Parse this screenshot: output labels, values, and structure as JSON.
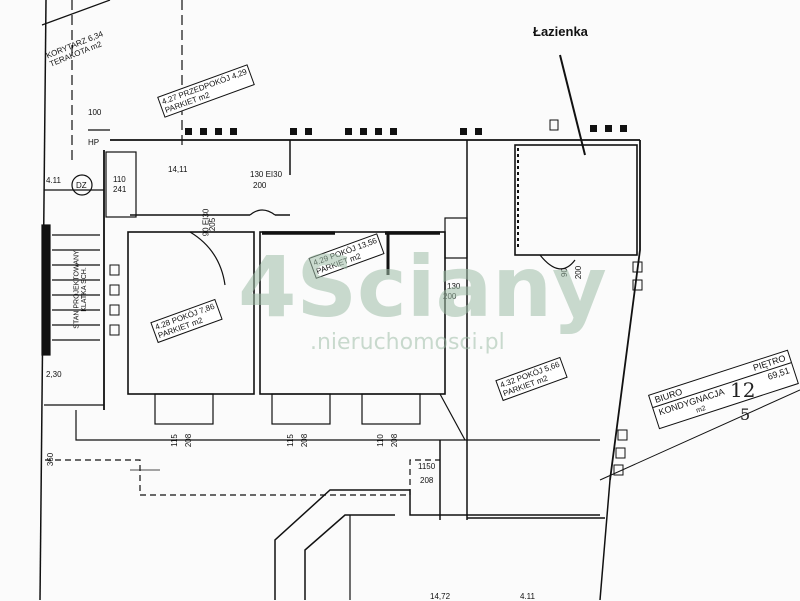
{
  "annotation": {
    "bathroom_label": "Łazienka"
  },
  "watermark": {
    "brand": "4Sciany",
    "url": ".nieruchomosci.pl"
  },
  "rooms": {
    "korytarz": {
      "code": "",
      "name": "KORYTARZ",
      "area": "6,34",
      "floor": "TERAKOTA",
      "unit": "m2"
    },
    "przedpokoj": {
      "code": "4.27",
      "name": "PRZEDPOKÓJ",
      "area": "4,29",
      "floor": "PARKIET",
      "unit": "m2"
    },
    "pokoj_428": {
      "code": "4.28",
      "name": "POKÓJ",
      "area": "7,86",
      "floor": "PARKIET",
      "unit": "m2"
    },
    "pokoj_429": {
      "code": "4.29",
      "name": "POKÓJ",
      "area": "13,56",
      "floor": "PARKIET",
      "unit": "m2"
    },
    "pokoj_432": {
      "code": "4.32",
      "name": "POKÓJ",
      "area": "5,66",
      "floor": "PARKIET",
      "unit": "m2"
    }
  },
  "door_labels": {
    "d100": "100",
    "d110": "110",
    "d241": "241",
    "d130ei30": "130 EI30",
    "d200a": "200",
    "d90ei30": "90 EI30",
    "d205": "205",
    "d130": "130",
    "d200b": "200",
    "d90": "90",
    "d200c": "200"
  },
  "window_labels": {
    "w1a": "115",
    "w1b": "208",
    "w2a": "115",
    "w2b": "208",
    "w3a": "110",
    "w3b": "208",
    "w4a": "1150",
    "w4b": "208"
  },
  "misc_labels": {
    "dz": "DZ",
    "l1411": "14,11",
    "l411a": "4.11",
    "l411b": "4.11",
    "l230": "2,30",
    "l360": "360",
    "lhp": "HP",
    "l1472": "14,72",
    "stairs": "STAN PROJEKTOWANY",
    "stairs2": "KLATKA SCH."
  },
  "info_box": {
    "row1_left": "BIURO",
    "row1_right": "PIĘTRO",
    "row2_left": "KONDYGNACJA",
    "row2_right": "69,51",
    "unit": "m2",
    "handwritten_a": "12",
    "handwritten_b": "5"
  }
}
